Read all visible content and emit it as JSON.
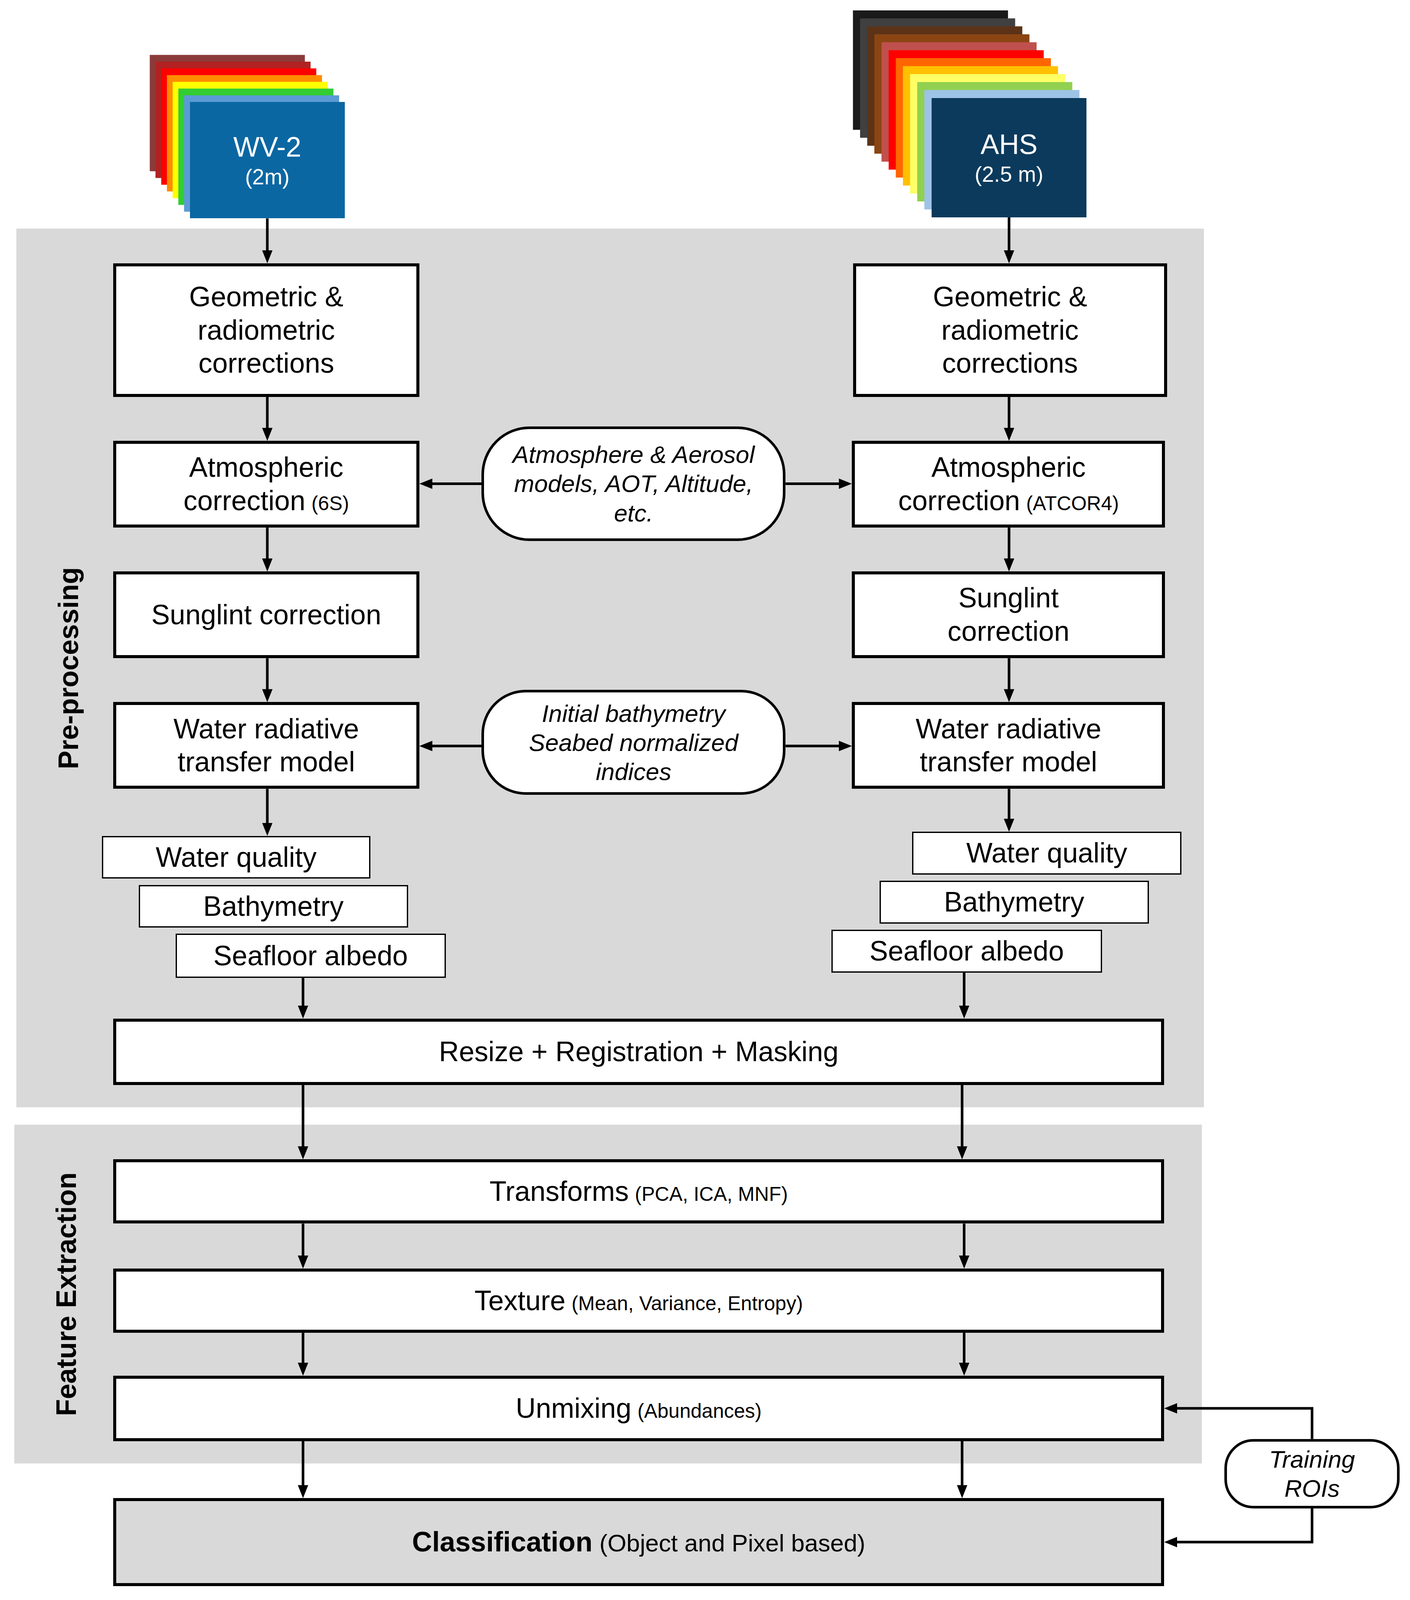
{
  "diagram": {
    "nodes": [
      {
        "text": [
          "WV-2",
          "(2m)"
        ]
      },
      {
        "text": [
          "AHS",
          "(2.5 m)"
        ]
      },
      {
        "text": [
          "Pre-processing"
        ]
      },
      {
        "text": [
          "Geometric & radiometric corrections"
        ],
        "in": 2
      },
      {
        "text": [
          "Geometric & radiometric corrections"
        ],
        "in": 2
      },
      {
        "text": [
          "Atmospheric correction",
          "(6S)"
        ],
        "in": 2
      },
      {
        "text": [
          "Atmosphere & Aerosol models, AOT, Altitude, etc."
        ],
        "in": 2
      },
      {
        "text": [
          "Atmospheric correction",
          "(ATCOR4)"
        ],
        "in": 2
      },
      {
        "text": [
          "Sunglint correction"
        ],
        "in": 2
      },
      {
        "text": [
          "Sunglint correction"
        ],
        "in": 2
      },
      {
        "text": [
          "Water radiative transfer model"
        ],
        "in": 2
      },
      {
        "text": [
          "Initial bathymetry Seabed normalized indices"
        ],
        "in": 2
      },
      {
        "text": [
          "Water radiative transfer model"
        ],
        "in": 2
      },
      {
        "text": [
          "Water quality"
        ],
        "in": 2
      },
      {
        "text": [
          "Bathymetry"
        ],
        "in": 2
      },
      {
        "text": [
          "Seafloor albedo"
        ],
        "in": 2
      },
      {
        "text": [
          "Water quality"
        ],
        "in": 2
      },
      {
        "text": [
          "Bathymetry"
        ],
        "in": 2
      },
      {
        "text": [
          "Seafloor albedo"
        ],
        "in": 2
      },
      {
        "text": [
          "Resize + Registration + Masking"
        ],
        "in": 2
      },
      {
        "text": [
          "Feature Extraction"
        ]
      },
      {
        "text": [
          "Transforms",
          "(PCA, ICA, MNF)"
        ],
        "in": 20
      },
      {
        "text": [
          "Texture",
          "(Mean, Variance, Entropy)"
        ],
        "in": 20
      },
      {
        "text": [
          "Unmixing",
          "(Abundances)"
        ],
        "in": 20
      },
      {
        "text": [
          "Training ROIs"
        ]
      },
      {
        "text": [
          "Classification",
          "(Object and Pixel based)"
        ]
      }
    ],
    "edges": [
      {
        "from": 0,
        "to": 3,
        "arrow": "to"
      },
      {
        "from": 1,
        "to": 4,
        "arrow": "to"
      },
      {
        "from": 3,
        "to": 5,
        "arrow": "to"
      },
      {
        "from": 4,
        "to": 7,
        "arrow": "to"
      },
      {
        "from": 6,
        "to": 5,
        "arrow": "to"
      },
      {
        "from": 6,
        "to": 7,
        "arrow": "to"
      },
      {
        "from": 5,
        "to": 8,
        "arrow": "to"
      },
      {
        "from": 7,
        "to": 9,
        "arrow": "to"
      },
      {
        "from": 8,
        "to": 10,
        "arrow": "to"
      },
      {
        "from": 9,
        "to": 12,
        "arrow": "to"
      },
      {
        "from": 11,
        "to": 10,
        "arrow": "to"
      },
      {
        "from": 11,
        "to": 12,
        "arrow": "to"
      },
      {
        "from": 10,
        "to": 13,
        "arrow": "to"
      },
      {
        "from": 12,
        "to": 16,
        "arrow": "to"
      },
      {
        "from": 15,
        "to": 19,
        "arrow": "to"
      },
      {
        "from": 18,
        "to": 19,
        "arrow": "to"
      },
      {
        "from": 19,
        "to": 21,
        "arrow": "to"
      },
      {
        "from": 19,
        "to": 21,
        "arrow": "to"
      },
      {
        "from": 21,
        "to": 22,
        "arrow": "to"
      },
      {
        "from": 21,
        "to": 22,
        "arrow": "to"
      },
      {
        "from": 22,
        "to": 23,
        "arrow": "to"
      },
      {
        "from": 22,
        "to": 23,
        "arrow": "to"
      },
      {
        "from": 23,
        "to": 25,
        "arrow": "to"
      },
      {
        "from": 23,
        "to": 25,
        "arrow": "to"
      },
      {
        "from": 24,
        "to": 23,
        "arrow": "to"
      },
      {
        "from": 24,
        "to": 25,
        "arrow": "to"
      }
    ]
  }
}
